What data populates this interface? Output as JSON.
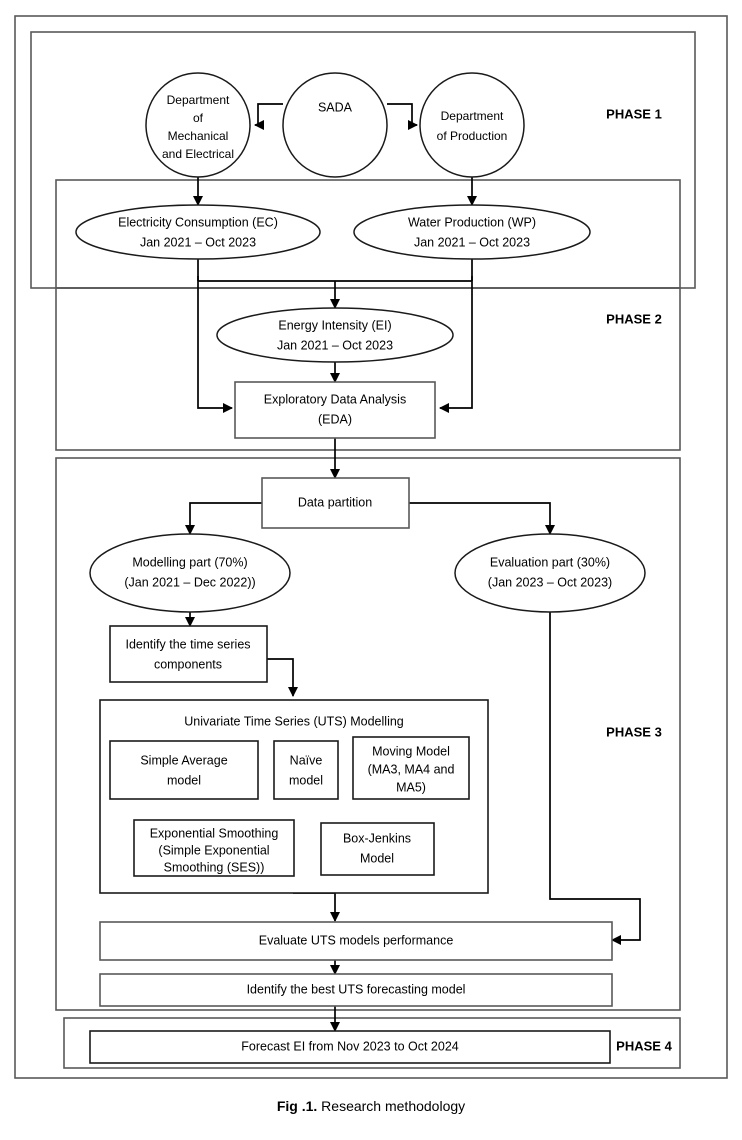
{
  "figure": {
    "caption_label": "Fig .1.",
    "caption_text": " Research methodology"
  },
  "phases": [
    {
      "id": "phase1",
      "label": "PHASE 1"
    },
    {
      "id": "phase2",
      "label": "PHASE 2"
    },
    {
      "id": "phase3",
      "label": "PHASE 3"
    },
    {
      "id": "phase4",
      "label": "PHASE 4"
    }
  ],
  "nodes": {
    "sada": {
      "label": "SADA",
      "shape": "circle"
    },
    "dept_mech": {
      "shape": "circle",
      "lines": [
        "Department",
        "of",
        "Mechanical",
        "and Electrical"
      ]
    },
    "dept_prod": {
      "shape": "circle",
      "lines": [
        "Department",
        "of Production"
      ]
    },
    "electricity_consumption": {
      "shape": "ellipse",
      "lines": [
        "Electricity Consumption (EC)",
        "Jan 2021 – Oct 2023"
      ]
    },
    "water_production": {
      "shape": "ellipse",
      "lines": [
        "Water Production (WP)",
        "Jan 2021 – Oct 2023"
      ]
    },
    "energy_intensity": {
      "shape": "ellipse",
      "lines": [
        "Energy Intensity (EI)",
        "Jan 2021 – Oct 2023"
      ]
    },
    "eda": {
      "shape": "box",
      "lines": [
        "Exploratory Data Analysis",
        "(EDA)"
      ]
    },
    "data_partition": {
      "shape": "box",
      "lines": [
        "Data partition"
      ]
    },
    "modelling_part": {
      "shape": "ellipse",
      "lines": [
        "Modelling part (70%)",
        "(Jan 2021 – Dec 2022))"
      ]
    },
    "evaluation_part": {
      "shape": "ellipse",
      "lines": [
        "Evaluation part (30%)",
        "(Jan 2023 – Oct 2023)"
      ]
    },
    "identify_components": {
      "shape": "box",
      "lines": [
        "Identify the time series",
        "components"
      ]
    },
    "uts_modelling": {
      "shape": "box",
      "lines": [
        "Univariate Time Series (UTS) Modelling"
      ]
    },
    "simple_average": {
      "shape": "box",
      "lines": [
        "Simple Average",
        "model"
      ]
    },
    "naive": {
      "shape": "box",
      "lines": [
        "Naïve",
        "model"
      ]
    },
    "moving_model": {
      "shape": "box",
      "lines": [
        "Moving Model",
        "(MA3, MA4 and",
        "MA5)"
      ]
    },
    "exponential_smoothing": {
      "shape": "box",
      "lines": [
        "Exponential Smoothing",
        "(Simple Exponential",
        "Smoothing (SES))"
      ]
    },
    "box_jenkins": {
      "shape": "box",
      "lines": [
        "Box-Jenkins",
        "Model"
      ]
    },
    "evaluate_uts": {
      "shape": "box",
      "lines": [
        "Evaluate UTS models performance"
      ]
    },
    "identify_best": {
      "shape": "box",
      "lines": [
        "Identify the best UTS forecasting model"
      ]
    },
    "forecast_ei": {
      "shape": "box",
      "lines": [
        "Forecast EI from Nov 2023 to Oct 2024"
      ]
    }
  },
  "colors": {
    "frame_stroke": "#595959",
    "node_stroke": "#1a1a1a",
    "connector": "#000000",
    "background": "#ffffff"
  }
}
